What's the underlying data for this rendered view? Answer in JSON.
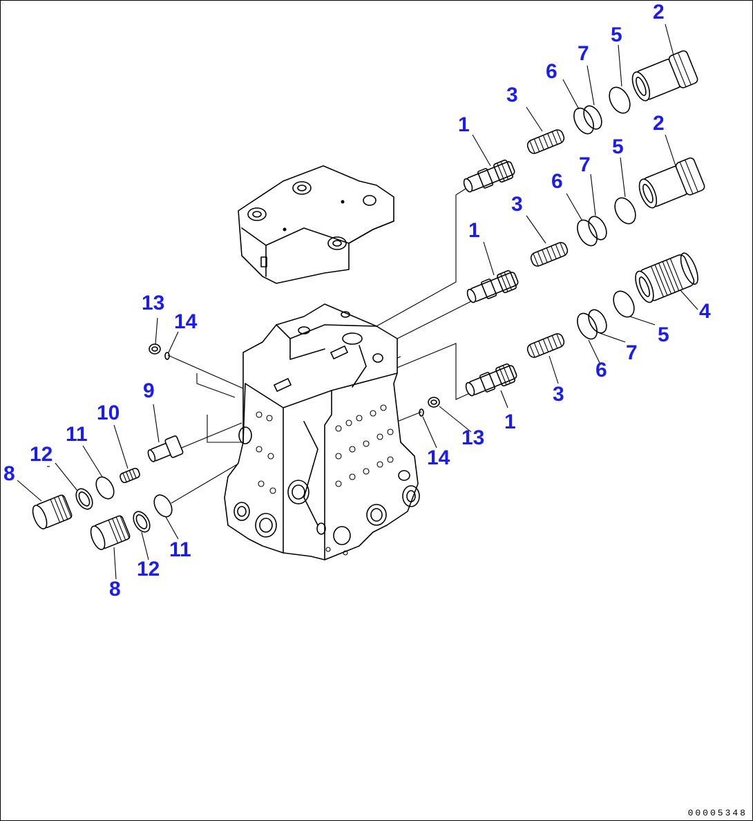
{
  "drawing_number": "00005348",
  "callouts": [
    {
      "label": "1"
    },
    {
      "label": "1"
    },
    {
      "label": "1"
    },
    {
      "label": "2"
    },
    {
      "label": "2"
    },
    {
      "label": "3"
    },
    {
      "label": "3"
    },
    {
      "label": "3"
    },
    {
      "label": "4"
    },
    {
      "label": "5"
    },
    {
      "label": "5"
    },
    {
      "label": "5"
    },
    {
      "label": "6"
    },
    {
      "label": "6"
    },
    {
      "label": "6"
    },
    {
      "label": "7"
    },
    {
      "label": "7"
    },
    {
      "label": "7"
    },
    {
      "label": "8"
    },
    {
      "label": "8"
    },
    {
      "label": "9"
    },
    {
      "label": "10"
    },
    {
      "label": "11"
    },
    {
      "label": "11"
    },
    {
      "label": "12"
    },
    {
      "label": "12"
    },
    {
      "label": "13"
    },
    {
      "label": "13"
    },
    {
      "label": "14"
    },
    {
      "label": "14"
    }
  ],
  "colors": {
    "callout": "#1a1aff",
    "line": "#000000",
    "background": "#ffffff"
  }
}
